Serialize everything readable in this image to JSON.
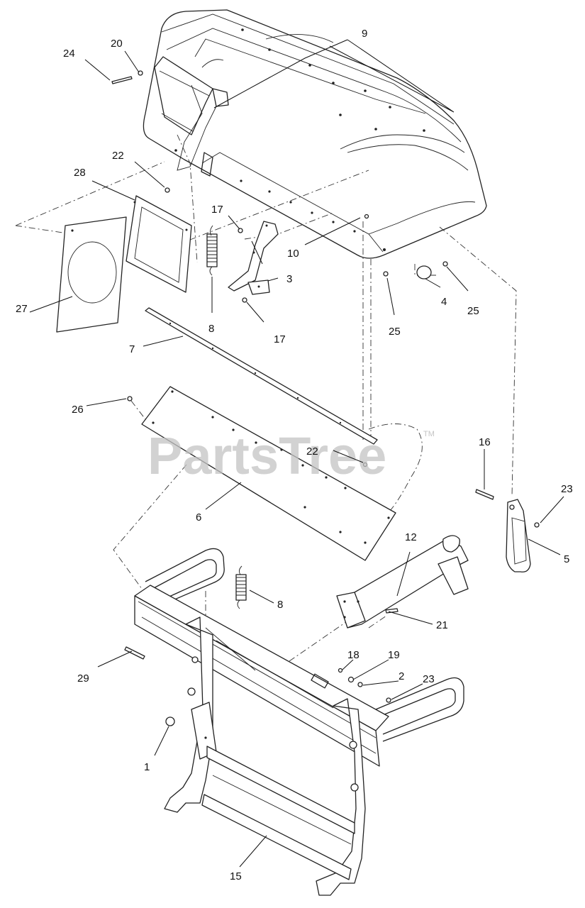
{
  "watermark": {
    "text": "PartsTree",
    "tm": "TM"
  },
  "callouts": [
    "1",
    "2",
    "3",
    "4",
    "5",
    "6",
    "7",
    "8",
    "9",
    "10",
    "12",
    "15",
    "16",
    "17",
    "18",
    "19",
    "20",
    "21",
    "22",
    "23",
    "24",
    "25",
    "26",
    "27",
    "28",
    "29"
  ],
  "labels": {
    "c1": "1",
    "c2": "2",
    "c3": "3",
    "c4": "4",
    "c5": "5",
    "c6": "6",
    "c7": "7",
    "c8a": "8",
    "c8b": "8",
    "c9": "9",
    "c10": "10",
    "c12": "12",
    "c15": "15",
    "c16": "16",
    "c17a": "17",
    "c17b": "17",
    "c18": "18",
    "c19": "19",
    "c20": "20",
    "c21": "21",
    "c22a": "22",
    "c22b": "22",
    "c23a": "23",
    "c23b": "23",
    "c24": "24",
    "c25a": "25",
    "c25b": "25",
    "c26": "26",
    "c27": "27",
    "c28": "28",
    "c29": "29"
  }
}
